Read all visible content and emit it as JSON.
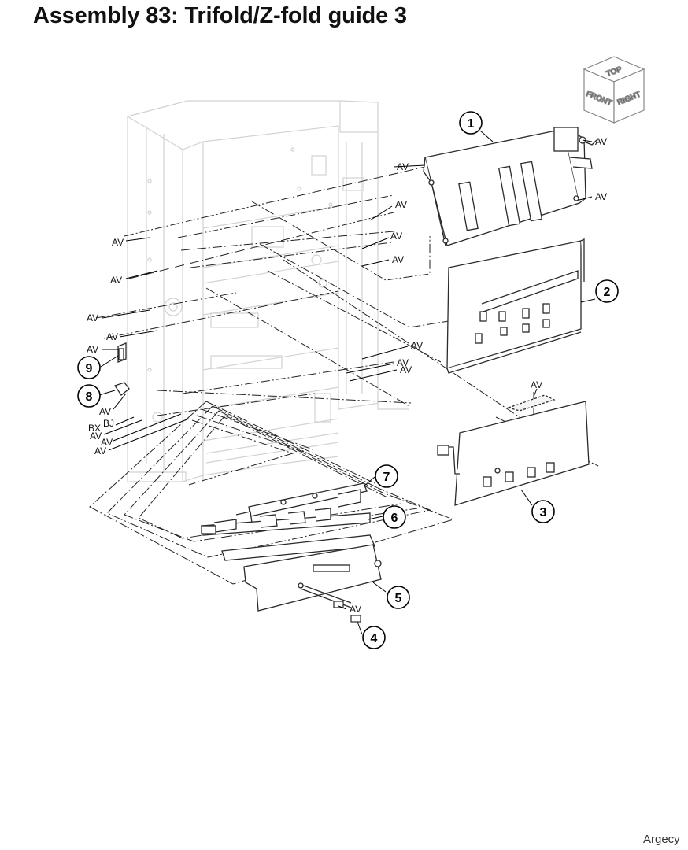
{
  "title": "Assembly 83: Trifold/Z-fold guide 3",
  "orientation_cube": {
    "top": "TOP",
    "front": "FRONT",
    "right": "RIGHT"
  },
  "callouts": [
    "1",
    "2",
    "3",
    "4",
    "5",
    "6",
    "7",
    "8",
    "9"
  ],
  "connector_tag": "AV",
  "cable_tags": {
    "bx": "BX",
    "bj": "BJ"
  },
  "watermark": "Argecy",
  "colors": {
    "frame": "#d9d9d9",
    "part": "#333333",
    "leader": "#000000"
  }
}
